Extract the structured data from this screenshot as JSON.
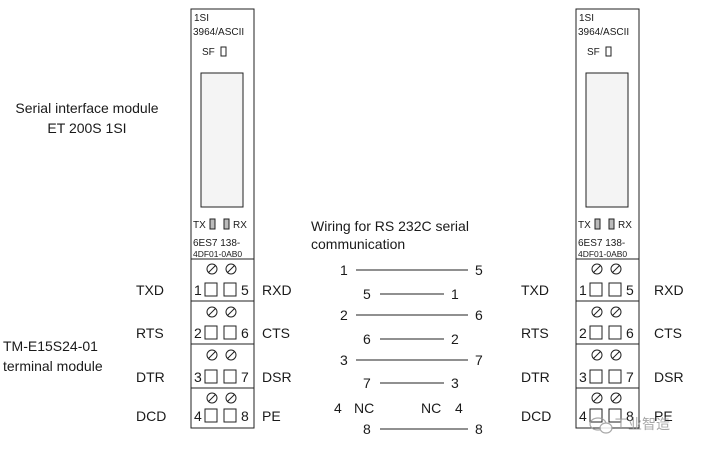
{
  "captions": {
    "module_line1": "Serial interface module",
    "module_line2": "ET 200S 1SI",
    "terminal_line1": "TM-E15S24-01",
    "terminal_line2": "terminal module",
    "wiring_line1": "Wiring for RS 232C serial",
    "wiring_line2": "communication"
  },
  "module": {
    "name_line1": "1SI",
    "name_line2": "3964/ASCII",
    "sf_label": "SF",
    "tx_label": "TX",
    "rx_label": "RX",
    "order_line1": "6ES7 138-",
    "order_line2": "4DF01-0AB0"
  },
  "terminals": [
    {
      "left_label": "TXD",
      "left_pin": "1",
      "right_pin": "5",
      "right_label": "RXD"
    },
    {
      "left_label": "RTS",
      "left_pin": "2",
      "right_pin": "6",
      "right_label": "CTS"
    },
    {
      "left_label": "DTR",
      "left_pin": "3",
      "right_pin": "7",
      "right_label": "DSR"
    },
    {
      "left_label": "DCD",
      "left_pin": "4",
      "right_pin": "8",
      "right_label": "PE"
    }
  ],
  "wiring": {
    "pairs": [
      {
        "a": "1",
        "b": "5"
      },
      {
        "a": "5",
        "b": "1"
      },
      {
        "a": "2",
        "b": "6"
      },
      {
        "a": "6",
        "b": "2"
      },
      {
        "a": "3",
        "b": "7"
      },
      {
        "a": "7",
        "b": "3"
      },
      {
        "a": "8",
        "b": "8"
      }
    ],
    "nc_left_pin": "4",
    "nc_left_label": "NC",
    "nc_right_label": "NC",
    "nc_right_pin": "4"
  },
  "watermark": "工业智造"
}
